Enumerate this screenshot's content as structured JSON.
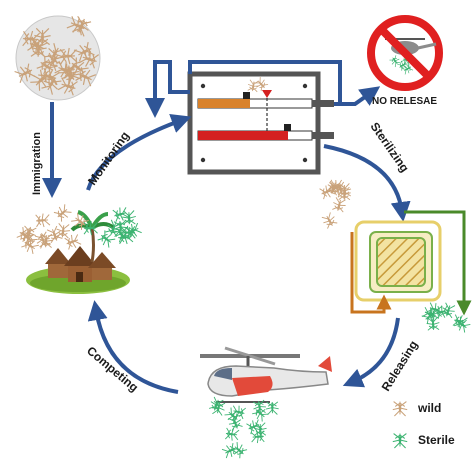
{
  "labels": {
    "immigration": "Immigration",
    "monitoring": "Monitoring",
    "sterilizing": "Sterilizing",
    "releasing": "Releasing",
    "competing": "Competing",
    "no_release": "NO RELESAE"
  },
  "legend": {
    "wild": "wild",
    "sterile": "Sterile"
  },
  "colors": {
    "arrow_blue": "#2f5597",
    "wild_mosquito": "#c9a27a",
    "sterile_mosquito": "#3cb371",
    "no_sign_red": "#e02020",
    "orange_bar": "#d9822b",
    "red_bar": "#d42020",
    "green_path": "#4a8a2a",
    "orange_path": "#c8741e",
    "sterilizer_yellow": "#f3e3a2"
  }
}
